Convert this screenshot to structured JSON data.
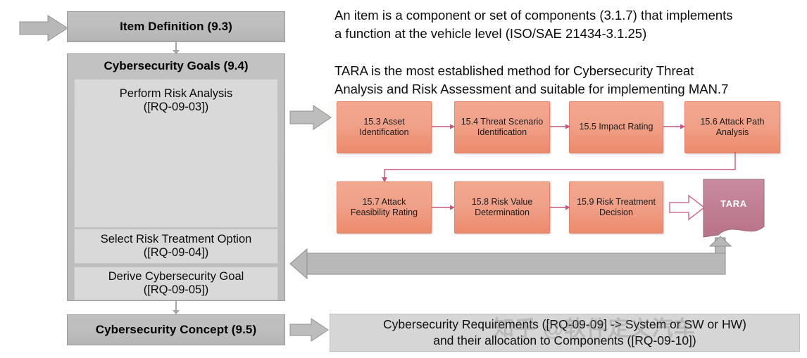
{
  "left_flow": {
    "item_definition": "Item Definition (9.3)",
    "cybersecurity_goals_title": "Cybersecurity Goals (9.4)",
    "perform_risk_analysis": "Perform Risk Analysis\n([RQ-09-03])",
    "select_risk_treatment": "Select Risk Treatment Option\n([RQ-09-04])",
    "derive_cybersecurity_goal": "Derive Cybersecurity Goal\n([RQ-09-05])",
    "cybersecurity_concept": "Cybersecurity Concept (9.5)"
  },
  "notes": {
    "item_note": "An item is a component or set of components (3.1.7) that implements\na function at the vehicle level (ISO/SAE 21434-3.1.25)",
    "tara_note": "TARA is the most established method for Cybersecurity Threat\nAnalysis and Risk Assessment and suitable for implementing MAN.7"
  },
  "tara_flow": {
    "steps_row1": [
      "15.3 Asset\nIdentification",
      "15.4 Threat Scenario\nIdentification",
      "15.5 Impact Rating",
      "15.6 Attack Path\nAnalysis"
    ],
    "steps_row2": [
      "15.7 Attack\nFeasibility Rating",
      "15.8 Risk Value\nDetermination",
      "15.9 Risk Treatment\nDecision"
    ],
    "result_label": "TARA"
  },
  "requirements": {
    "text": "Cybersecurity Requirements ([RQ-09-09] -> System or SW or HW)\nand their allocation to Components ([RQ-09-10])"
  },
  "watermark": {
    "text": "知乎 @软件定义汽车"
  },
  "colors": {
    "step_fill": "#f0a189",
    "step_border": "#e2836a",
    "connector": "#c9547e",
    "tara_fill": "#c08096",
    "grey_arrow": "#b3b3b3",
    "grey_box": "#bdbdbd",
    "sub_box": "#d9d9d9"
  }
}
